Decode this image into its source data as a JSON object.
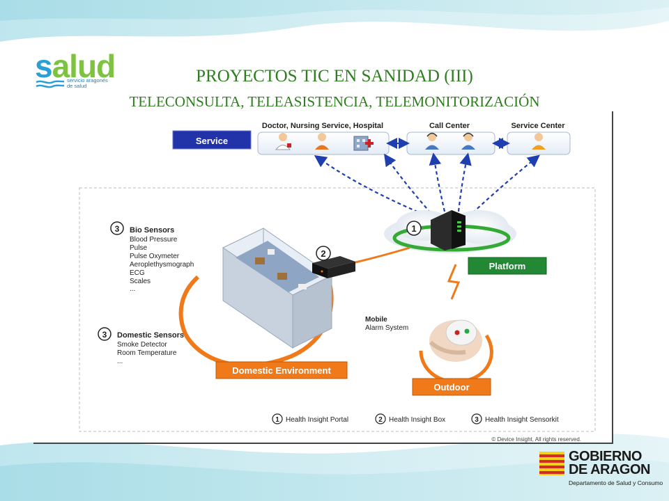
{
  "header": {
    "title": "PROYECTOS TIC EN SANIDAD (III)",
    "subtitle": "TELECONSULTA, TELEASISTENCIA, TELEMONITORIZACIÓN"
  },
  "logo": {
    "word_first": "s",
    "word_rest": "alud",
    "sub_line1": "servicio aragonés",
    "sub_line2": "de salud"
  },
  "diagram": {
    "service_label": "Service",
    "groups": [
      {
        "label": "Doctor, Nursing Service, Hospital"
      },
      {
        "label": "Call Center"
      },
      {
        "label": "Service Center"
      }
    ],
    "platform_label": "Platform",
    "platform_number": "1",
    "box_number": "2",
    "bio_sensors": {
      "number": "3",
      "title": "Bio Sensors",
      "items": [
        "Blood Pressure",
        "Pulse",
        "Pulse Oxymeter",
        "Aeroplethysmograph",
        "ECG",
        "Scales",
        "..."
      ]
    },
    "domestic_sensors": {
      "number": "3",
      "title": "Domestic Sensors",
      "items": [
        "Smoke Detector",
        "Room Temperature",
        "..."
      ]
    },
    "domestic_label": "Domestic Environment",
    "mobile": {
      "line1": "Mobile",
      "line2": "Alarm System"
    },
    "outdoor_label": "Outdoor",
    "legend": [
      {
        "number": "1",
        "text": "Health Insight Portal"
      },
      {
        "number": "2",
        "text": "Health Insight Box"
      },
      {
        "number": "3",
        "text": "Health Insight Sensorkit"
      }
    ],
    "copyright": "© Device Insight, All rights reserved."
  },
  "gobierno": {
    "line1": "GOBIERNO",
    "line2": "DE ARAGON",
    "line3": "Departamento de Salud y Consumo"
  },
  "colors": {
    "title_green": "#2e7d1e",
    "service_blue": "#2233aa",
    "platform_green": "#228833",
    "orange": "#f07a1a",
    "arrow_blue": "#1f3fb0"
  }
}
